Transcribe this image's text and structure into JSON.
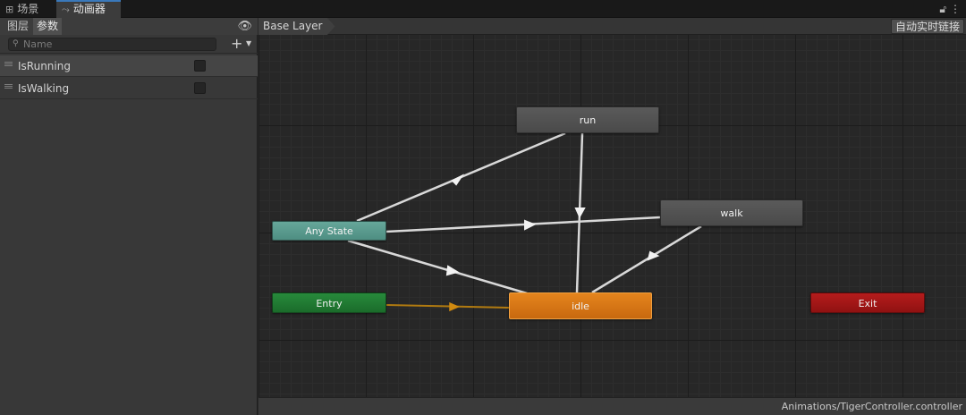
{
  "tabs": {
    "scene": {
      "label": "场景",
      "icon": "grid-icon"
    },
    "animator": {
      "label": "动画器",
      "icon": "animator-icon"
    }
  },
  "left_panel": {
    "tabs": [
      "图层",
      "参数"
    ],
    "active_tab": "参数",
    "search_placeholder": "Name",
    "parameters": [
      {
        "name": "IsRunning",
        "type": "bool",
        "value": false,
        "selected": true
      },
      {
        "name": "IsWalking",
        "type": "bool",
        "value": false,
        "selected": false
      }
    ]
  },
  "graph": {
    "breadcrumb": "Base Layer",
    "auto_live_link": "自动实时链接",
    "footer_path": "Animations/TigerController.controller",
    "states": {
      "run": "run",
      "walk": "walk",
      "any_state": "Any State",
      "entry": "Entry",
      "idle": "idle",
      "exit": "Exit"
    },
    "colors": {
      "any_state": "#5c9f92",
      "entry": "#23803a",
      "idle": "#de7a17",
      "exit": "#a81818",
      "state": "#505050",
      "transition": "#d8d8d8",
      "default_transition": "#b07a10"
    },
    "transitions": [
      {
        "from": "Any State",
        "to": "run"
      },
      {
        "from": "Any State",
        "to": "walk"
      },
      {
        "from": "Any State",
        "to": "idle"
      },
      {
        "from": "run",
        "to": "idle"
      },
      {
        "from": "walk",
        "to": "idle"
      },
      {
        "from": "Entry",
        "to": "idle",
        "default": true
      }
    ]
  }
}
